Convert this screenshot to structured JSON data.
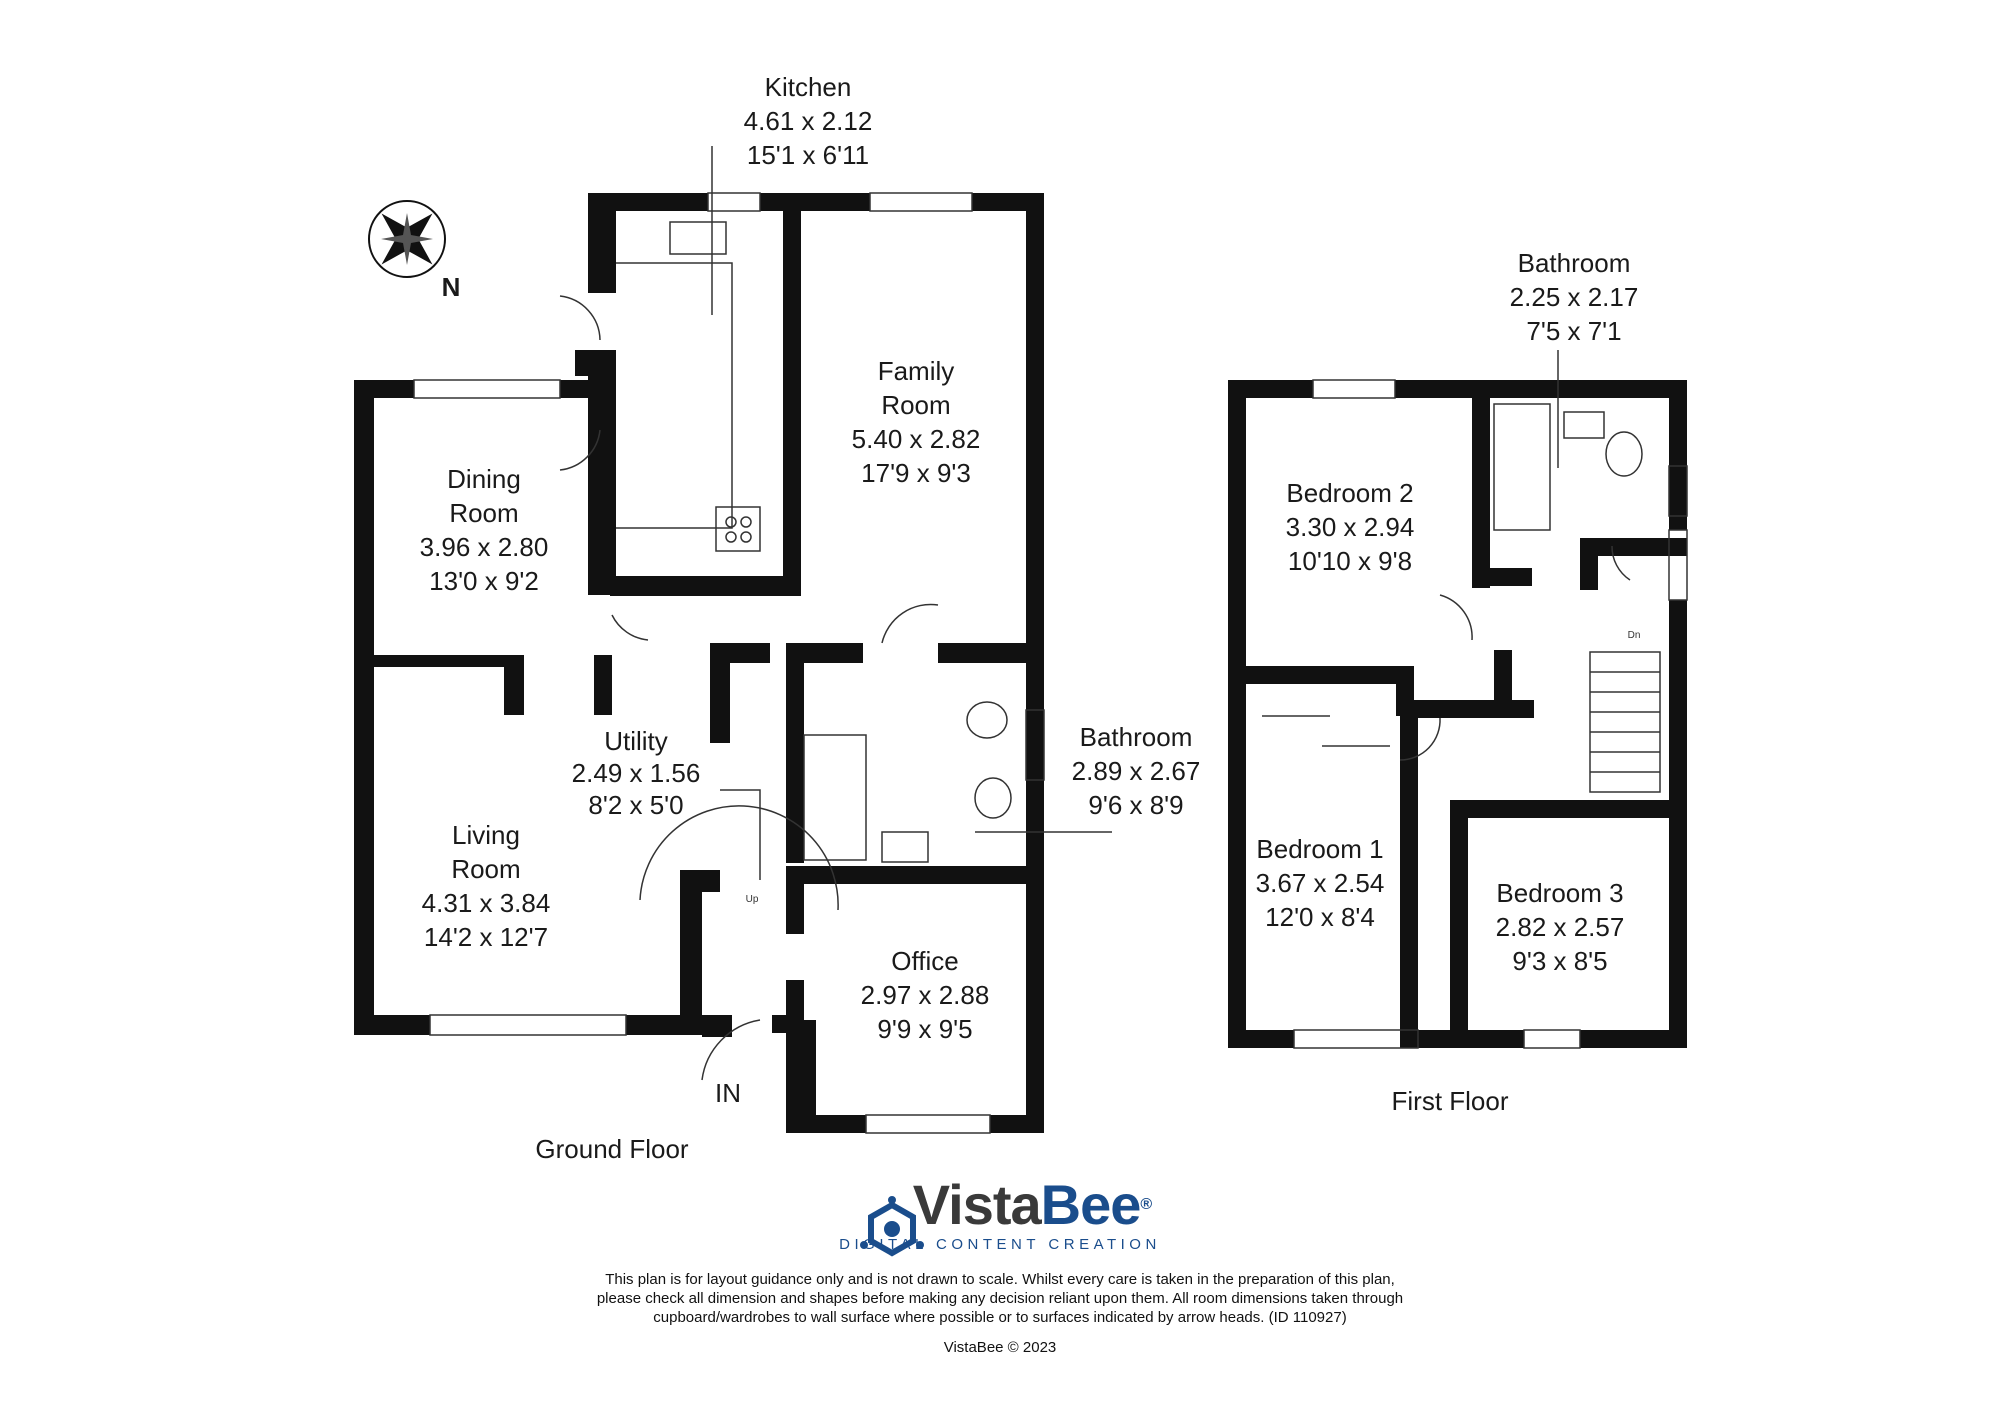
{
  "floors": {
    "ground": "Ground Floor",
    "first": "First Floor"
  },
  "compass": {
    "label": "N",
    "icon": "compass-rose-icon"
  },
  "entrance": {
    "label": "IN"
  },
  "stairs": {
    "up_label": "Up",
    "down_label": "Dn"
  },
  "rooms": {
    "kitchen": {
      "name": "Kitchen",
      "metric": "4.61 x 2.12",
      "imperial": "15'1 x 6'11"
    },
    "family": {
      "name_line1": "Family",
      "name_line2": "Room",
      "metric": "5.40 x 2.82",
      "imperial": "17'9 x 9'3"
    },
    "dining": {
      "name_line1": "Dining",
      "name_line2": "Room",
      "metric": "3.96 x 2.80",
      "imperial": "13'0 x 9'2"
    },
    "utility": {
      "name": "Utility",
      "metric": "2.49 x 1.56",
      "imperial": "8'2 x 5'0"
    },
    "living": {
      "name_line1": "Living",
      "name_line2": "Room",
      "metric": "4.31 x 3.84",
      "imperial": "14'2 x 12'7"
    },
    "office": {
      "name": "Office",
      "metric": "2.97 x 2.88",
      "imperial": "9'9 x 9'5"
    },
    "bathroom_gf": {
      "name": "Bathroom",
      "metric": "2.89 x 2.67",
      "imperial": "9'6 x 8'9"
    },
    "bathroom_ff": {
      "name": "Bathroom",
      "metric": "2.25 x 2.17",
      "imperial": "7'5 x 7'1"
    },
    "bedroom2": {
      "name": "Bedroom 2",
      "metric": "3.30 x 2.94",
      "imperial": "10'10 x 9'8"
    },
    "bedroom1": {
      "name": "Bedroom 1",
      "metric": "3.67 x 2.54",
      "imperial": "12'0 x 8'4"
    },
    "bedroom3": {
      "name": "Bedroom 3",
      "metric": "2.82 x 2.57",
      "imperial": "9'3 x 8'5"
    }
  },
  "brand": {
    "name_part1": "Vista",
    "name_part2": "Bee",
    "registered": "®",
    "tagline": "DIGITAL CONTENT CREATION",
    "logo_icon": "vistabee-hexagon-icon",
    "color_primary": "#1a4d8c"
  },
  "disclaimer": {
    "line1": "This plan is for layout guidance only and is not drawn to scale. Whilst every care is taken in the preparation of this plan,",
    "line2": "please check all dimension and shapes before making any decision reliant upon them. All room dimensions taken through",
    "line3": "cupboard/wardrobes to wall surface where possible or to surfaces indicated by arrow heads. (ID 110927)"
  },
  "copyright": "VistaBee © 2023"
}
